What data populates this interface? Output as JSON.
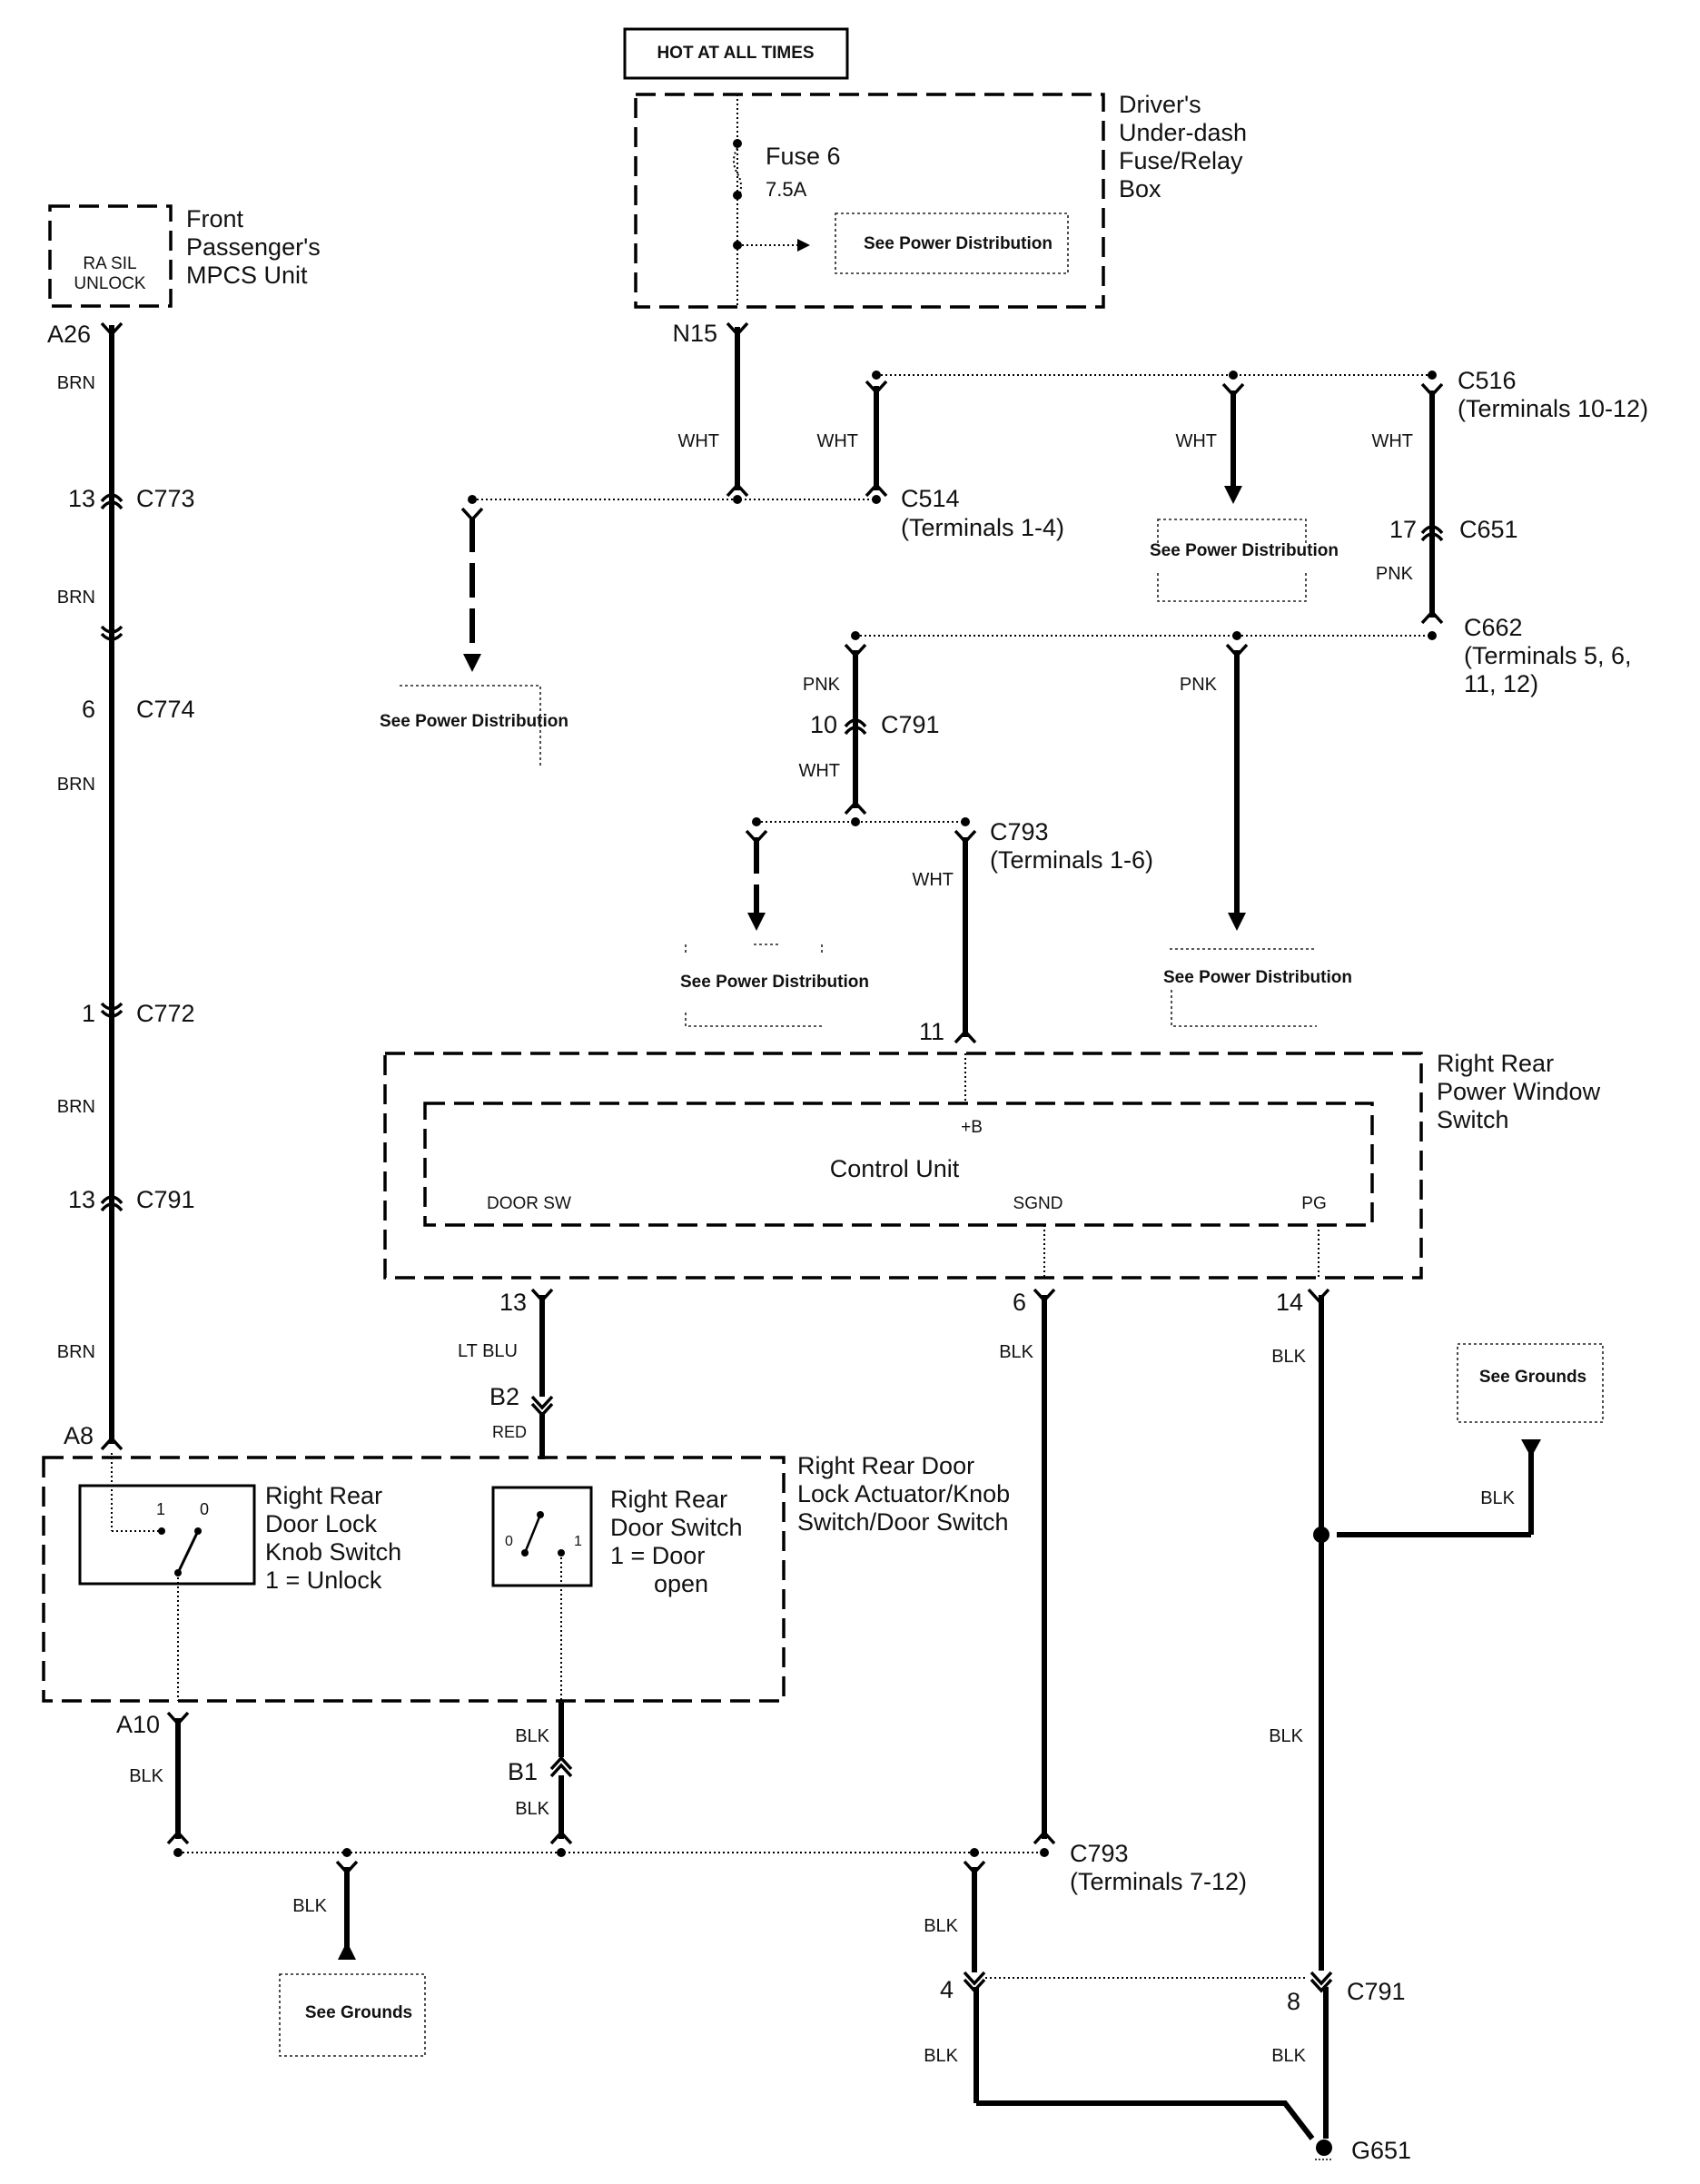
{
  "header": {
    "label": "HOT AT ALL TIMES"
  },
  "components": {
    "fuse_box": {
      "name_lines": [
        "Driver's",
        "Under-dash",
        "Fuse/Relay",
        "Box"
      ],
      "fuse_label": "Fuse 6",
      "fuse_rating": "7.5A"
    },
    "mpcs": {
      "name_lines": [
        "Front",
        "Passenger's",
        "MPCS Unit"
      ],
      "inner_lines": [
        "RA SIL",
        "UNLOCK"
      ]
    },
    "power_window_switch": {
      "name_lines": [
        "Right Rear",
        "Power Window",
        "Switch"
      ],
      "control_unit": "Control Unit",
      "pins": {
        "b": "+B",
        "door_sw": "DOOR SW",
        "sgnd": "SGND",
        "pg": "PG"
      }
    },
    "door_assembly": {
      "name_lines": [
        "Right Rear Door",
        "Lock Actuator/Knob",
        "Switch/Door Switch"
      ],
      "knob_switch": {
        "name_lines": [
          "Right Rear",
          "Door Lock",
          "Knob Switch",
          "1 = Unlock"
        ],
        "pos1": "1",
        "pos0": "0"
      },
      "door_switch": {
        "name_lines": [
          "Right Rear",
          "Door Switch",
          "1 = Door",
          "open"
        ],
        "pos0": "0",
        "pos1": "1"
      }
    },
    "ground": {
      "name": "G651"
    }
  },
  "references": {
    "power_distribution": "See Power Distribution",
    "grounds": "See Grounds"
  },
  "connectors": {
    "a26": "A26",
    "n15": "N15",
    "c773": {
      "pin": "13",
      "name": "C773"
    },
    "c774": {
      "pin": "6",
      "name": "C774"
    },
    "c772": {
      "pin": "1",
      "name": "C772"
    },
    "c791_left": {
      "pin": "13",
      "name": "C791"
    },
    "a8": "A8",
    "c514": {
      "name": "C514",
      "terminals": "(Terminals 1-4)"
    },
    "c516": {
      "name": "C516",
      "terminals": "(Terminals 10-12)"
    },
    "c651": {
      "pin": "17",
      "name": "C651"
    },
    "c662": {
      "name": "C662",
      "terminals_lines": [
        "(Terminals 5, 6,",
        "11, 12)"
      ]
    },
    "c791_mid": {
      "pin": "10",
      "name": "C791"
    },
    "c793_top": {
      "name": "C793",
      "terminals": "(Terminals 1-6)"
    },
    "pin11": "11",
    "pin13": "13",
    "pin6": "6",
    "pin14": "14",
    "b2": "B2",
    "b1": "B1",
    "a10": "A10",
    "c793_bottom": {
      "name": "C793",
      "terminals": "(Terminals 7-12)"
    },
    "c791_bottom": {
      "pin_left": "4",
      "pin_right": "8",
      "name": "C791"
    }
  },
  "wires": {
    "brn": "BRN",
    "wht": "WHT",
    "pnk": "PNK",
    "blk": "BLK",
    "lt_blu": "LT BLU",
    "red": "RED"
  }
}
